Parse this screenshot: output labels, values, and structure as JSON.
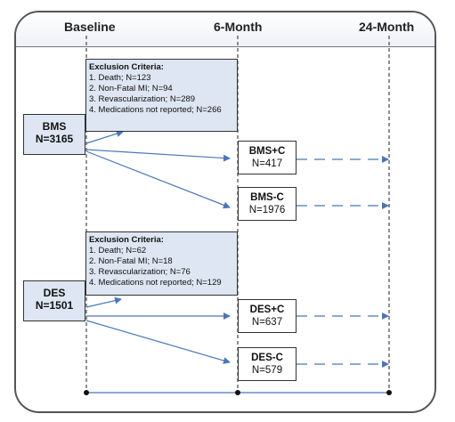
{
  "timepoints": [
    "Baseline",
    "6-Month",
    "24-Month"
  ],
  "groups": [
    {
      "name": "BMS",
      "n_label": "N=3165",
      "exclusion": {
        "title": "Exclusion Criteria:",
        "items": [
          "1. Death; N=123",
          "2. Non-Fatal MI; N=94",
          "3. Revascularization; N=289",
          "4. Medications not reported; N=266"
        ]
      },
      "arms": [
        {
          "name": "BMS+C",
          "n_label": "N=417"
        },
        {
          "name": "BMS-C",
          "n_label": "N=1976"
        }
      ]
    },
    {
      "name": "DES",
      "n_label": "N=1501",
      "exclusion": {
        "title": "Exclusion Criteria:",
        "items": [
          "1. Death; N=62",
          "2. Non-Fatal MI; N=18",
          "3. Revascularization; N=76",
          "4. Medications not reported; N=129"
        ]
      },
      "arms": [
        {
          "name": "DES+C",
          "n_label": "N=637"
        },
        {
          "name": "DES-C",
          "n_label": "N=579"
        }
      ]
    }
  ],
  "colors": {
    "arrow": "#4a76b8",
    "box_fill": "#dde6f2",
    "border": "#333333"
  }
}
